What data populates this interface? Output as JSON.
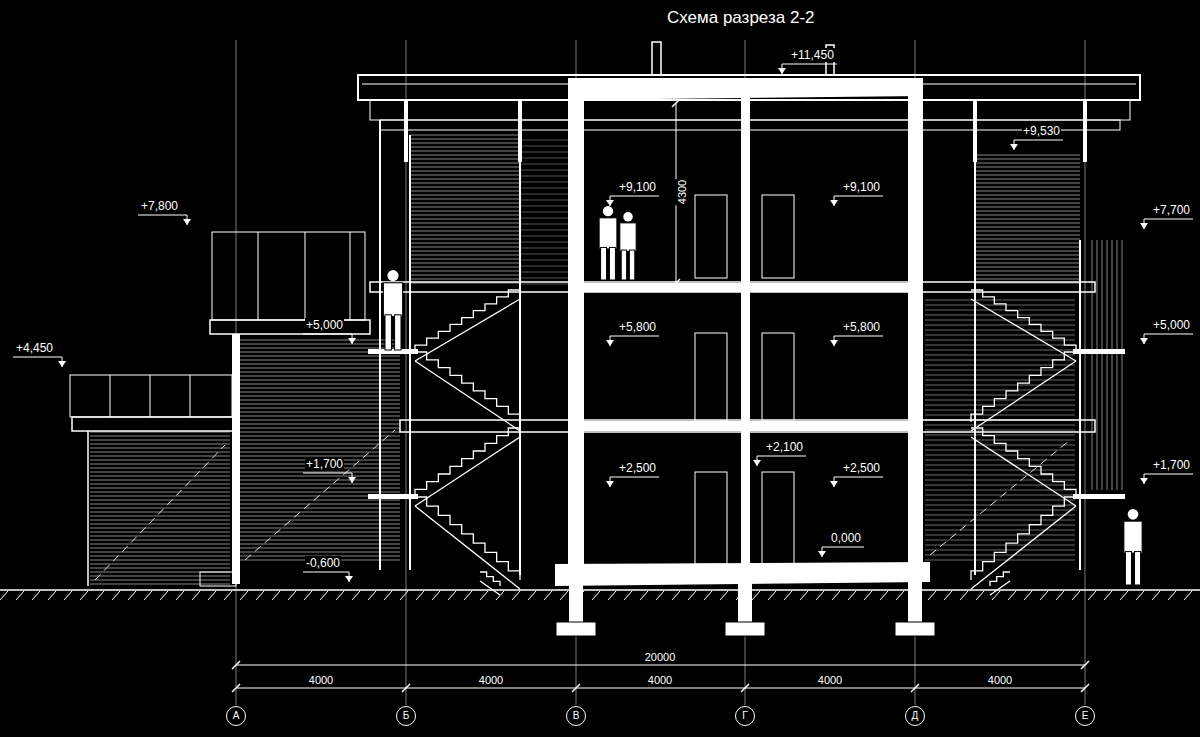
{
  "diagram": {
    "title": "Схема разреза 2-2",
    "nodes": [
      {
        "text": [
          "А"
        ]
      },
      {
        "text": [
          "Б"
        ]
      },
      {
        "text": [
          "В"
        ]
      },
      {
        "text": [
          "Г"
        ]
      },
      {
        "text": [
          "Д"
        ]
      },
      {
        "text": [
          "Е"
        ]
      }
    ],
    "labels": [
      "+11,450",
      "+9,530",
      "+9,100",
      "+9,100",
      "4300",
      "+7,800",
      "+7,700",
      "+5,000",
      "+5,800",
      "+5,800",
      "+5,000",
      "+4,450",
      "+1,700",
      "+2,100",
      "+2,500",
      "+2,500",
      "+1,700",
      "0,000",
      "-0,600",
      "20000",
      "4000",
      "4000",
      "4000",
      "4000",
      "4000"
    ]
  }
}
